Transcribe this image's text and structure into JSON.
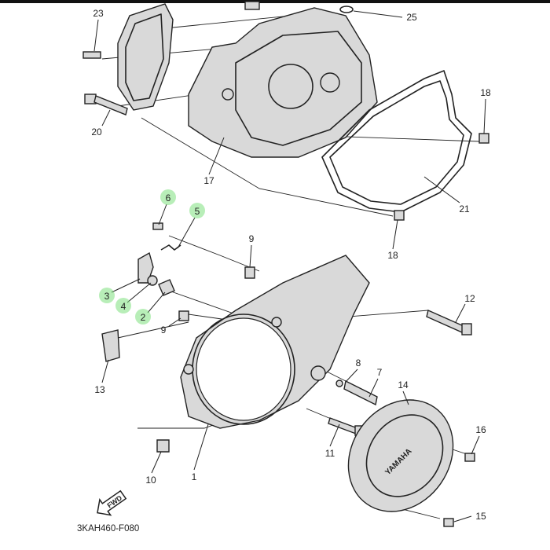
{
  "callouts": {
    "c23": "23",
    "c25": "25",
    "c18a": "18",
    "c20": "20",
    "c17": "17",
    "c21": "21",
    "c6": "6",
    "c5": "5",
    "c18b": "18",
    "c9a": "9",
    "c3": "3",
    "c4": "4",
    "c2": "2",
    "c9b": "9",
    "c12": "12",
    "c13": "13",
    "c8": "8",
    "c7": "7",
    "c14": "14",
    "c16": "16",
    "c11": "11",
    "c10": "10",
    "c1": "1",
    "c15": "15"
  },
  "highlighted_parts": [
    "6",
    "5",
    "3",
    "4",
    "2"
  ],
  "highlight_color": "#7ee07e",
  "fwd_arrow_label": "FWD",
  "cover_brand": "YAMAHA",
  "diagram_code": "3KAH460-F080"
}
